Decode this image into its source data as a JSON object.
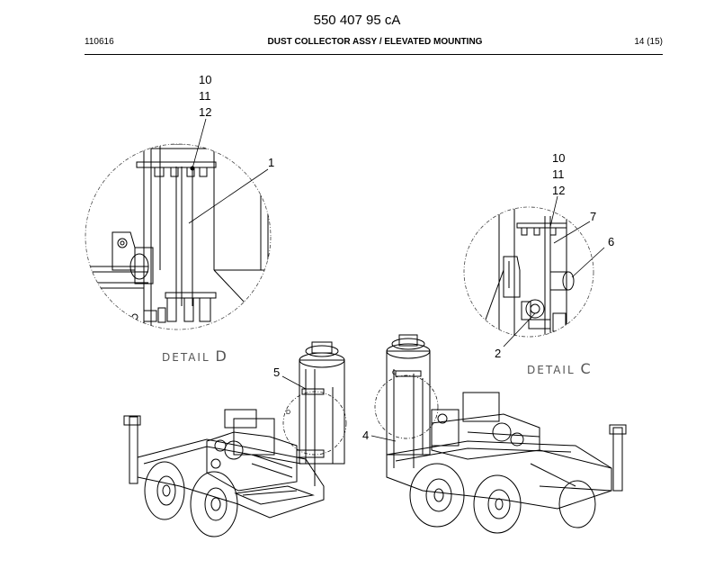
{
  "header": {
    "doc_number": "550 407 95 cA",
    "code": "110616",
    "title": "DUST COLLECTOR ASSY / ELEVATED MOUNTING",
    "page": "14 (15)"
  },
  "callouts": {
    "d_10": "10",
    "d_11": "11",
    "d_12": "12",
    "d_1": "1",
    "c_10": "10",
    "c_11": "11",
    "c_12": "12",
    "c_7": "7",
    "c_6": "6",
    "c_2": "2",
    "m_5": "5",
    "m_4": "4"
  },
  "details": {
    "d_word": "DETAIL",
    "d_letter": "D",
    "c_word": "DETAIL",
    "c_letter": "C",
    "mini_d": "D",
    "mini_c": "C"
  }
}
